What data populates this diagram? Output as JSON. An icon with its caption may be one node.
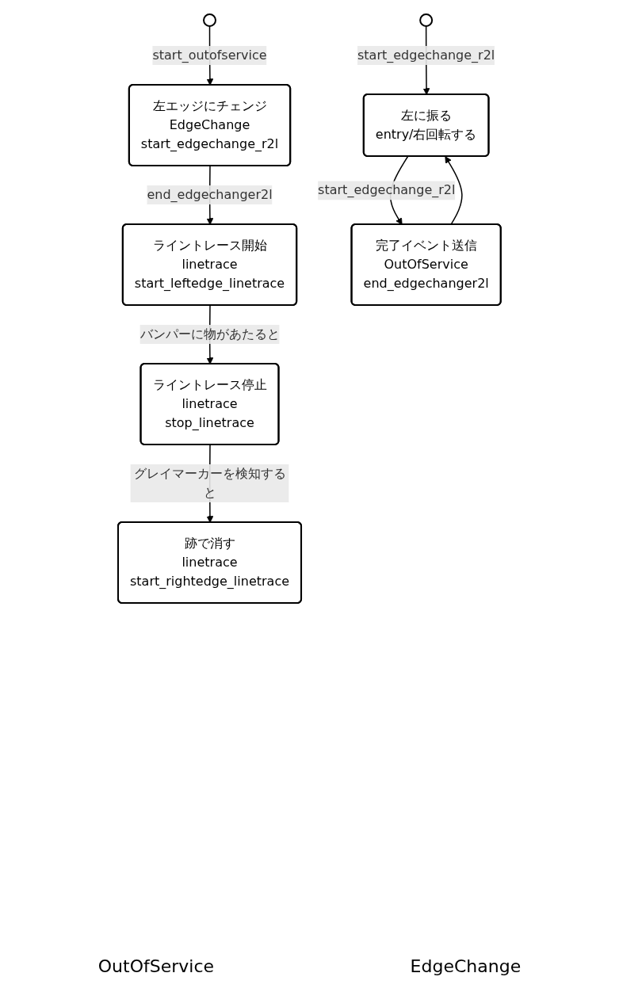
{
  "diagram": {
    "nodes": [
      {
        "text": [],
        "shape": "circle"
      },
      {
        "text": [
          "左エッジにチェンジ",
          "EdgeChange",
          "start_edgechange_r2l"
        ]
      },
      {
        "text": [
          "ライントレース開始",
          "linetrace",
          "start_leftedge_linetrace"
        ]
      },
      {
        "text": [
          "ライントレース停止",
          "linetrace",
          "stop_linetrace"
        ]
      },
      {
        "text": [
          "跡で消す",
          "linetrace",
          "start_rightedge_linetrace"
        ]
      },
      {
        "text": [],
        "shape": "circle"
      },
      {
        "text": [
          "左に振る",
          "entry/右回転する"
        ]
      },
      {
        "text": [
          "完了イベント送信",
          "OutOfService",
          "end_edgechanger2l"
        ]
      }
    ],
    "edges": [
      {
        "from": 0,
        "to": 1,
        "arrow": "to",
        "label": "start_outofservice"
      },
      {
        "from": 1,
        "to": 2,
        "arrow": "to",
        "label": "end_edgechanger2l"
      },
      {
        "from": 2,
        "to": 3,
        "arrow": "to",
        "label": "バンパーに物があたると"
      },
      {
        "from": 3,
        "to": 4,
        "arrow": "to",
        "label": "グレイマーカーを検知すると"
      },
      {
        "from": 5,
        "to": 6,
        "arrow": "to",
        "label": "start_edgechange_r2l"
      },
      {
        "from": 6,
        "to": 7,
        "arrow": "to",
        "label": "start_edgechange_r2l"
      },
      {
        "from": 7,
        "to": 6,
        "arrow": "to"
      }
    ],
    "labels": [
      "OutOfService",
      "EdgeChange"
    ]
  }
}
